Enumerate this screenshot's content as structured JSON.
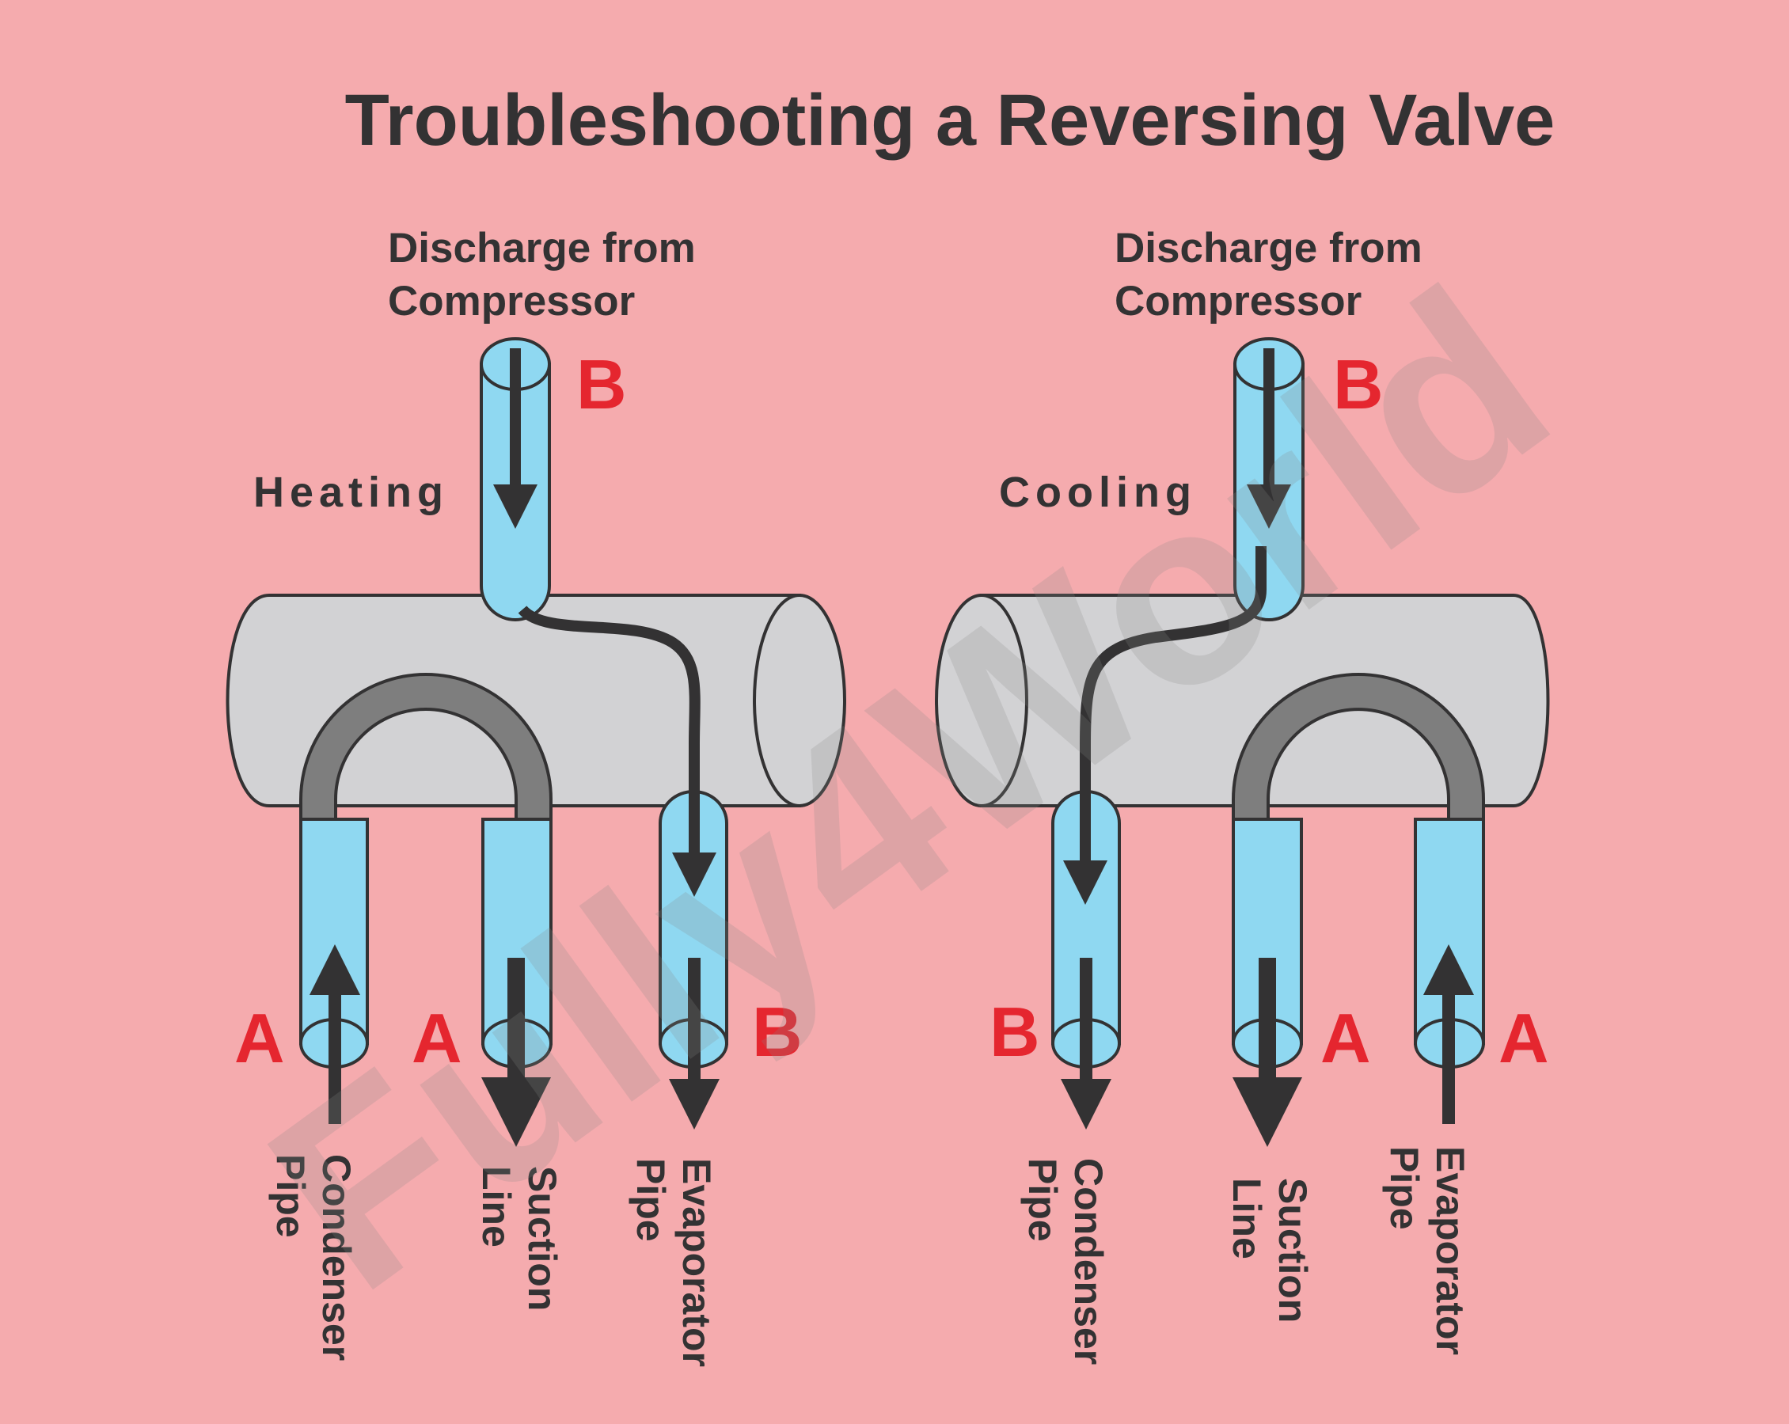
{
  "title": "Troubleshooting a Reversing Valve",
  "watermark": "Fully4World",
  "colors": {
    "background": "#f5abae",
    "pipe_blue": "#8fd8f1",
    "valve_gray": "#d2d2d4",
    "u_tube_gray": "#7e7e7e",
    "outline": "#333233",
    "port_label_red": "#e5262f"
  },
  "diagrams": [
    {
      "mode_label": "Heating",
      "discharge_label_line1": "Discharge from",
      "discharge_label_line2": "Compressor",
      "top_port_letter": "B",
      "bottom_ports": [
        {
          "letter": "A",
          "pipe_label_line1": "Condenser",
          "pipe_label_line2": "Pipe",
          "flow": "up"
        },
        {
          "letter": "A",
          "pipe_label_line1": "Suction",
          "pipe_label_line2": "Line",
          "flow": "down"
        },
        {
          "letter": "B",
          "pipe_label_line1": "Evaporator",
          "pipe_label_line2": "Pipe",
          "flow": "down"
        }
      ]
    },
    {
      "mode_label": "Cooling",
      "discharge_label_line1": "Discharge from",
      "discharge_label_line2": "Compressor",
      "top_port_letter": "B",
      "bottom_ports": [
        {
          "letter": "B",
          "pipe_label_line1": "Condenser",
          "pipe_label_line2": "Pipe",
          "flow": "down"
        },
        {
          "letter": "A",
          "pipe_label_line1": "Suction",
          "pipe_label_line2": "Line",
          "flow": "down"
        },
        {
          "letter": "A",
          "pipe_label_line1": "Evaporator",
          "pipe_label_line2": "Pipe",
          "flow": "up"
        }
      ]
    }
  ]
}
